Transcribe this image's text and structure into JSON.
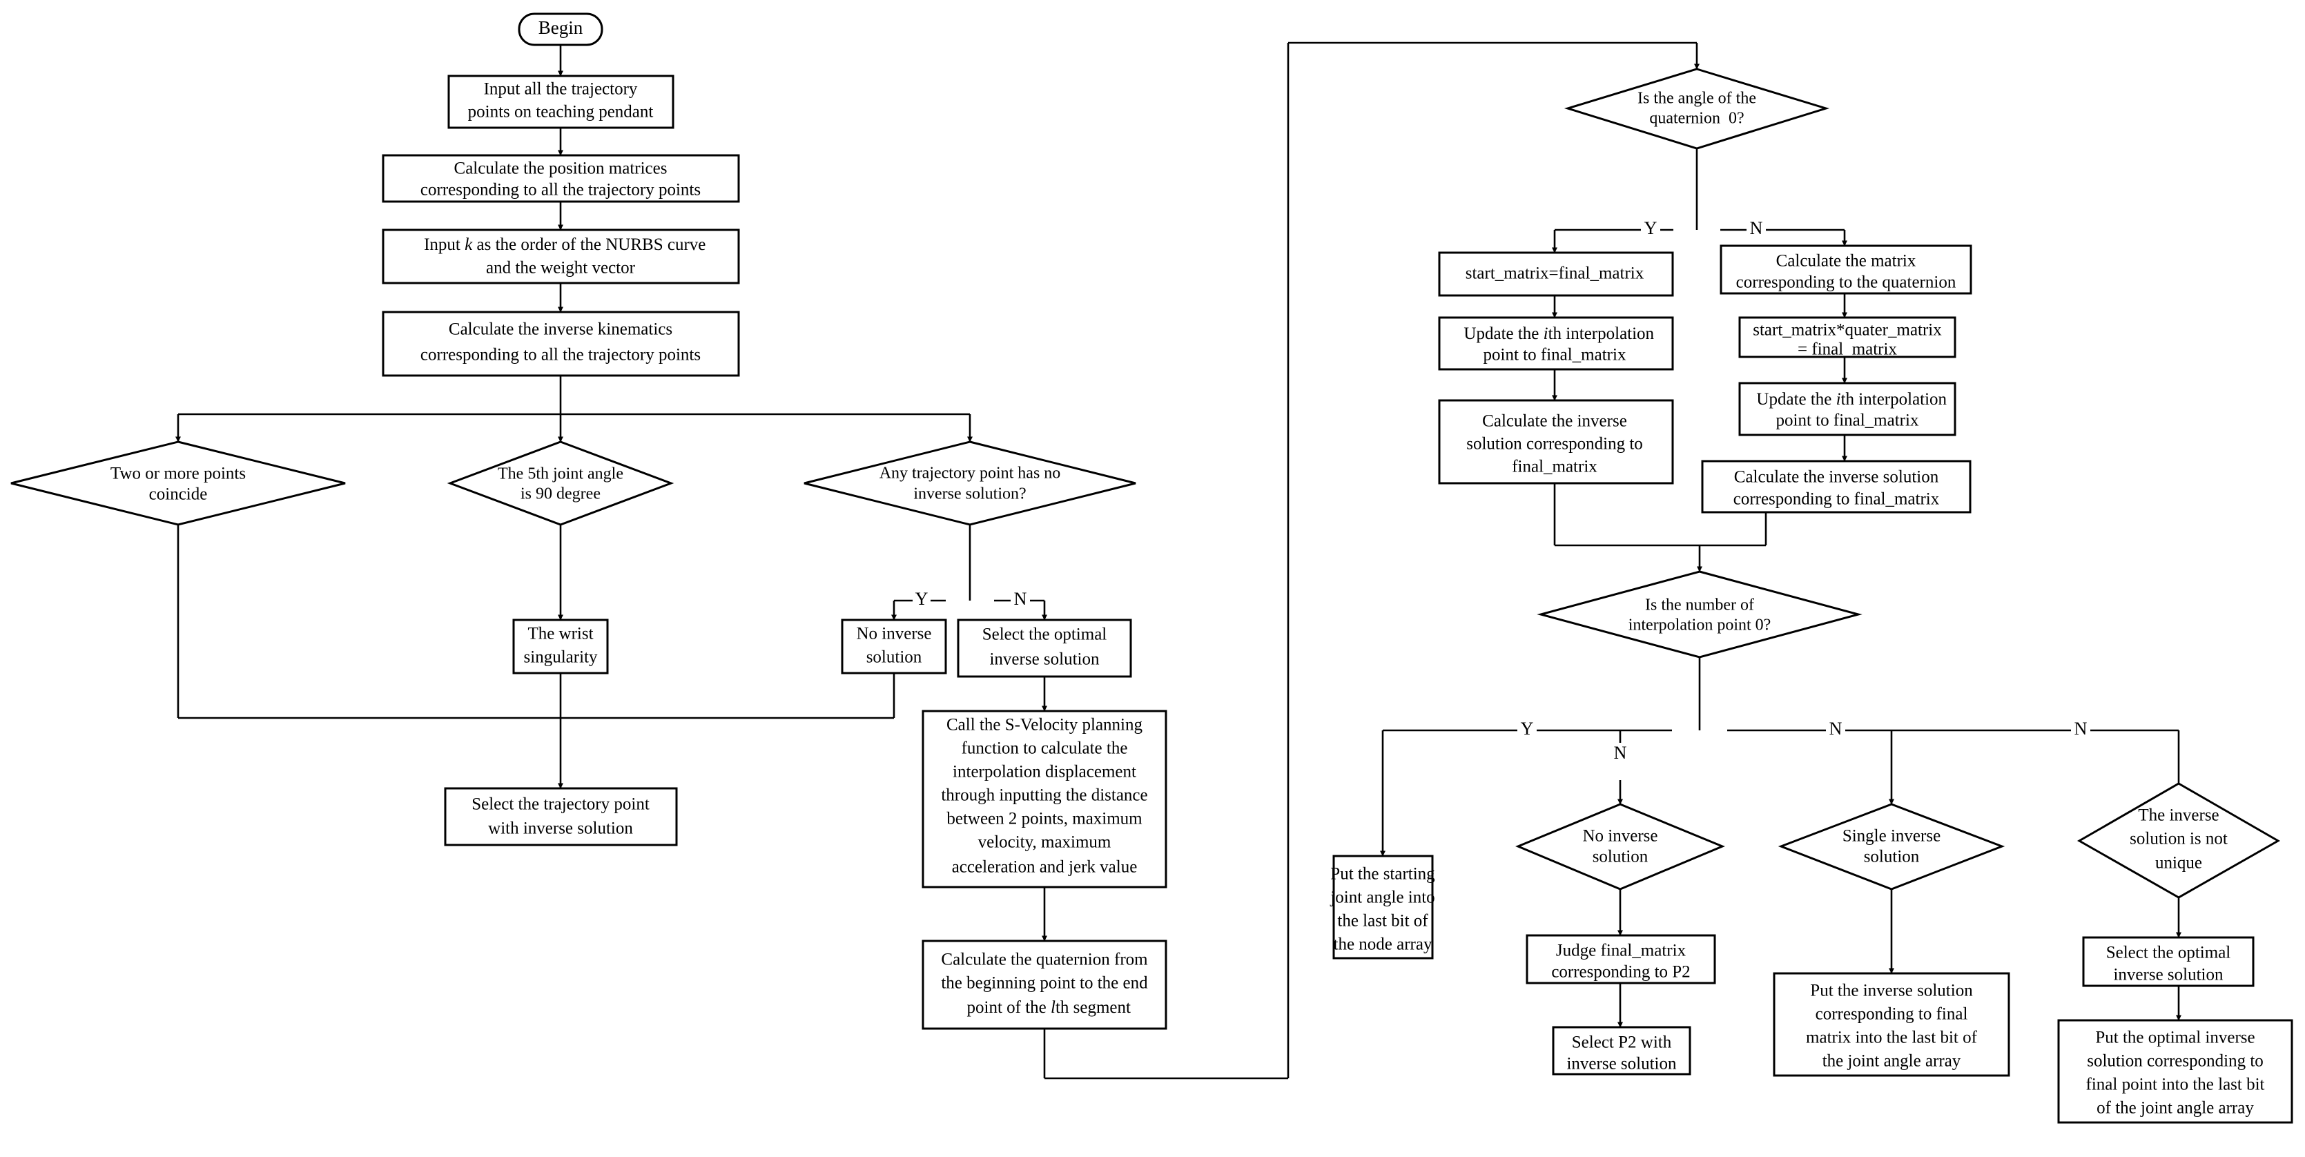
{
  "diagram": {
    "title": "Robot trajectory planning flowchart",
    "stroke_color": "#000000",
    "fill_color": "#ffffff",
    "background": "#ffffff"
  },
  "nodes": {
    "begin": {
      "label": "Begin",
      "shape": "terminator"
    },
    "input_points": {
      "line1": "Input all the trajectory",
      "line2": "points on teaching pendant",
      "shape": "process"
    },
    "calc_position": {
      "line1": "Calculate the position matrices",
      "line2": "corresponding to all the trajectory points",
      "shape": "process"
    },
    "input_k": {
      "line1a": "Input ",
      "line1b": "k",
      "line1c": " as the order of the NURBS curve",
      "line2": "and the weight vector",
      "shape": "process"
    },
    "calc_inverse_kin": {
      "line1": "Calculate the inverse kinematics",
      "line2": "corresponding to all the trajectory points",
      "shape": "process"
    },
    "two_points_coincide": {
      "line1": "Two or more points",
      "line2": "coincide",
      "shape": "decision"
    },
    "fifth_joint_90": {
      "line1": "The 5th joint angle",
      "line2": "is 90 degree",
      "shape": "decision"
    },
    "any_no_inverse": {
      "line1": "Any trajectory point has no",
      "line2": "inverse solution?",
      "shape": "decision"
    },
    "wrist_singularity": {
      "line1": "The wrist",
      "line2": "singularity",
      "shape": "process"
    },
    "no_inverse_solution": {
      "line1": "No inverse",
      "line2": "solution",
      "shape": "process"
    },
    "select_optimal_inverse": {
      "line1": "Select the optimal",
      "line2": "inverse solution",
      "shape": "process"
    },
    "select_trajectory_point": {
      "line1": "Select the trajectory point",
      "line2": "with inverse solution",
      "shape": "process"
    },
    "s_velocity": {
      "line1": "Call the S-Velocity planning",
      "line2": "function to calculate the",
      "line3": "interpolation displacement",
      "line4": "through inputting the distance",
      "line5": "between 2 points, maximum",
      "line6": "velocity, maximum",
      "line7": "acceleration and jerk value",
      "shape": "process"
    },
    "calc_quaternion": {
      "line1": "Calculate the quaternion from",
      "line2": "the beginning point to the end",
      "line3a": "point of the ",
      "line3b": "l",
      "line3c": "th segment",
      "shape": "process"
    },
    "angle_quaternion_zero": {
      "line1": "Is the angle of the",
      "line2": "quaternion  0?",
      "shape": "decision"
    },
    "start_eq_final": {
      "line1": "start_matrix=final_matrix",
      "shape": "process"
    },
    "update_ith_a": {
      "line1a": "Update the ",
      "line1b": "i",
      "line1c": "th interpolation",
      "line2": "point to final_matrix",
      "shape": "process"
    },
    "calc_inv_final_a": {
      "line1": "Calculate the inverse",
      "line2": "solution corresponding to",
      "line3": "final_matrix",
      "shape": "process"
    },
    "calc_matrix_quaternion": {
      "line1": "Calculate the matrix",
      "line2": "corresponding to the quaternion",
      "shape": "process"
    },
    "start_times_quater": {
      "line1": "start_matrix*quater_matrix",
      "line2": "= final_matrix",
      "shape": "process"
    },
    "update_ith_b": {
      "line1a": "Update the ",
      "line1b": "i",
      "line1c": "th interpolation",
      "line2": "point to final_matrix",
      "shape": "process"
    },
    "calc_inv_final_b": {
      "line1": "Calculate the inverse solution",
      "line2": "corresponding to final_matrix",
      "shape": "process"
    },
    "num_interp_zero": {
      "line1": "Is the number of",
      "line2": "interpolation point 0?",
      "shape": "decision"
    },
    "put_starting_joint": {
      "line1": "Put the starting",
      "line2": "joint angle into",
      "line3": "the last bit of",
      "line4": "the node array",
      "shape": "process"
    },
    "no_inverse_solution_d": {
      "line1": "No inverse",
      "line2": "solution",
      "shape": "decision"
    },
    "judge_final_matrix_p2": {
      "line1": "Judge final_matrix",
      "line2": "corresponding to P2",
      "shape": "process"
    },
    "select_p2": {
      "line1": "Select P2 with",
      "line2": "inverse solution",
      "shape": "process"
    },
    "single_inverse_solution": {
      "line1": "Single inverse",
      "line2": "solution",
      "shape": "decision"
    },
    "put_inverse_final": {
      "line1": "Put the inverse solution",
      "line2": "corresponding to final",
      "line3": "matrix into the last bit of",
      "line4": "the joint angle array",
      "shape": "process"
    },
    "inverse_not_unique": {
      "line1": "The inverse",
      "line2": "solution is not",
      "line3": "unique",
      "shape": "decision"
    },
    "select_optimal_inverse_2": {
      "line1": "Select the optimal",
      "line2": "inverse solution",
      "shape": "process"
    },
    "put_optimal_inverse": {
      "line1": "Put the optimal inverse",
      "line2": "solution corresponding to",
      "line3": "final point into the last bit",
      "line4": "of the joint angle array",
      "shape": "process"
    }
  },
  "branch_labels": {
    "any_no_inverse_yes": "Y",
    "any_no_inverse_no": "N",
    "angle_quaternion_yes": "Y",
    "angle_quaternion_no": "N",
    "num_interp_yes": "Y",
    "num_interp_no_1": "N",
    "num_interp_no_2": "N",
    "num_interp_no_3": "N"
  }
}
